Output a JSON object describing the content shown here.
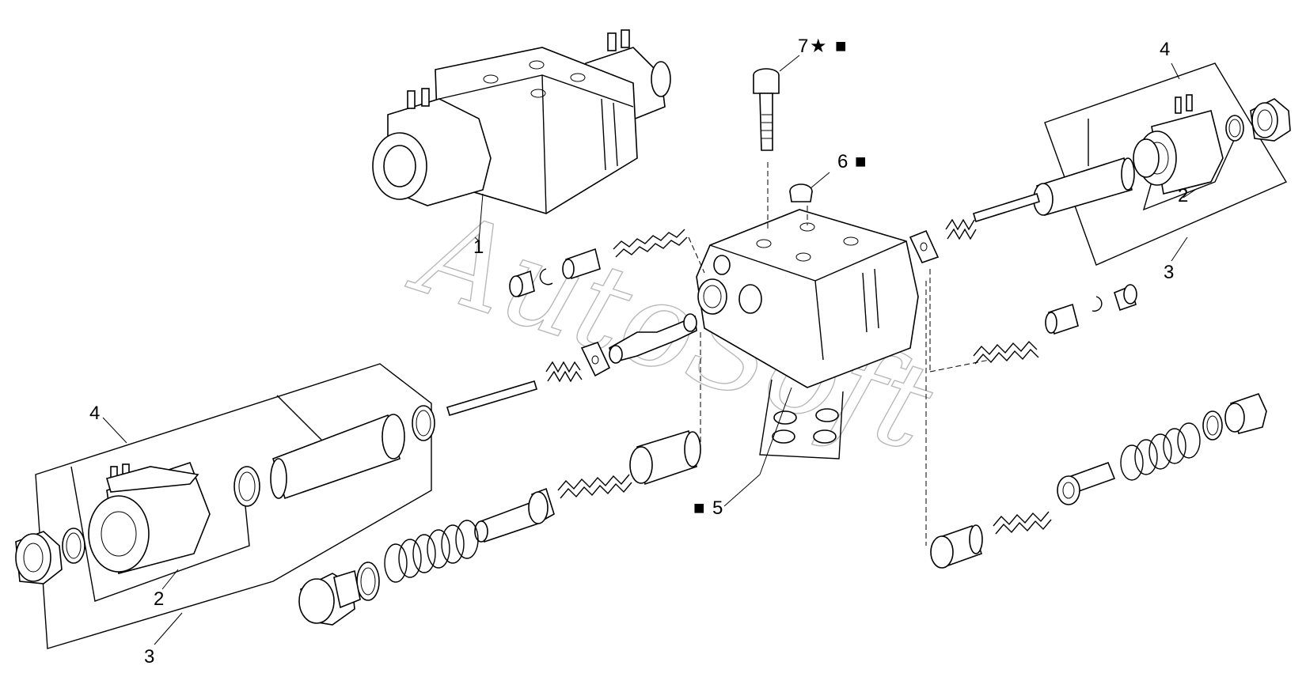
{
  "watermark": "AutoSoft",
  "labels": {
    "p1": "1",
    "p2_left": "2",
    "p3_left": "3",
    "p4_left": "4",
    "p2_right": "2",
    "p3_right": "3",
    "p4_right": "4",
    "p5": "5",
    "p6": "6",
    "p7": "7"
  },
  "symbols": {
    "star": "★",
    "square": "■"
  }
}
